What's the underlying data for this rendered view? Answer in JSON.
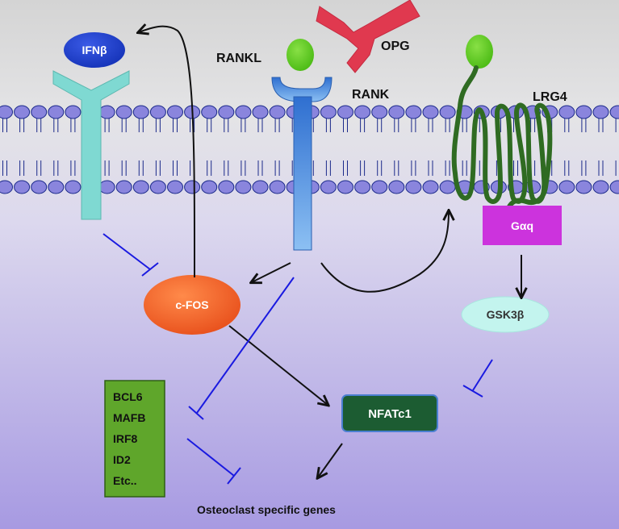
{
  "labels": {
    "ifnb": "IFNβ",
    "rankl": "RANKL",
    "opg": "OPG",
    "rank": "RANK",
    "lrg4": "LRG4",
    "gaq": "Gαq",
    "cfos": "c-FOS",
    "gsk3b": "GSK3β",
    "nfatc1": "NFATc1",
    "genes": "Osteoclast specific genes"
  },
  "repressors": [
    "BCL6",
    "MAFB",
    "IRF8",
    "ID2",
    "Etc.."
  ],
  "colors": {
    "membrane": "#8a85dd",
    "ifnb": "#1f3fcf",
    "ifnb_receptor": "#7fd9d2",
    "rank": "#3f86d8",
    "ligand": "#5fcf1f",
    "opg": "#e0394f",
    "lrg4": "#2f6b22",
    "gaq": "#cc33dd",
    "cfos": "#f0622a",
    "gsk3b": "#c3f4ee",
    "nfatc1": "#1c5c32",
    "repressor_box": "#5fa62b",
    "inhibit": "#1a1ae0",
    "activate": "#111111"
  }
}
